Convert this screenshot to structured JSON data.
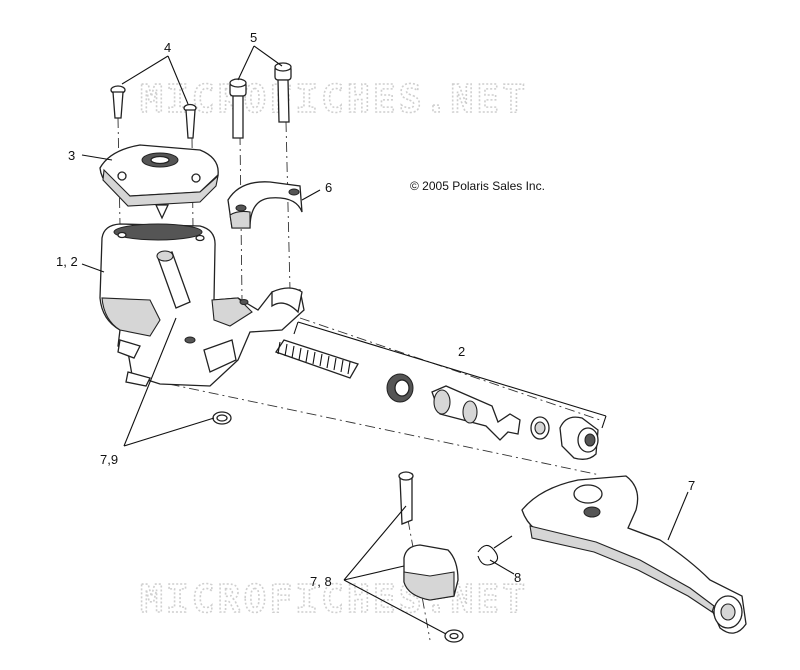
{
  "watermark": {
    "top": "MICROFICHES.NET",
    "bottom": "MICROFICHES.NET"
  },
  "copyright": "© 2005 Polaris Sales Inc.",
  "callouts": {
    "c4": "4",
    "c5": "5",
    "c3": "3",
    "c6": "6",
    "c12": "1, 2",
    "c2": "2",
    "c79": "7,9",
    "c7": "7",
    "c78": "7, 8",
    "c8": "8"
  }
}
